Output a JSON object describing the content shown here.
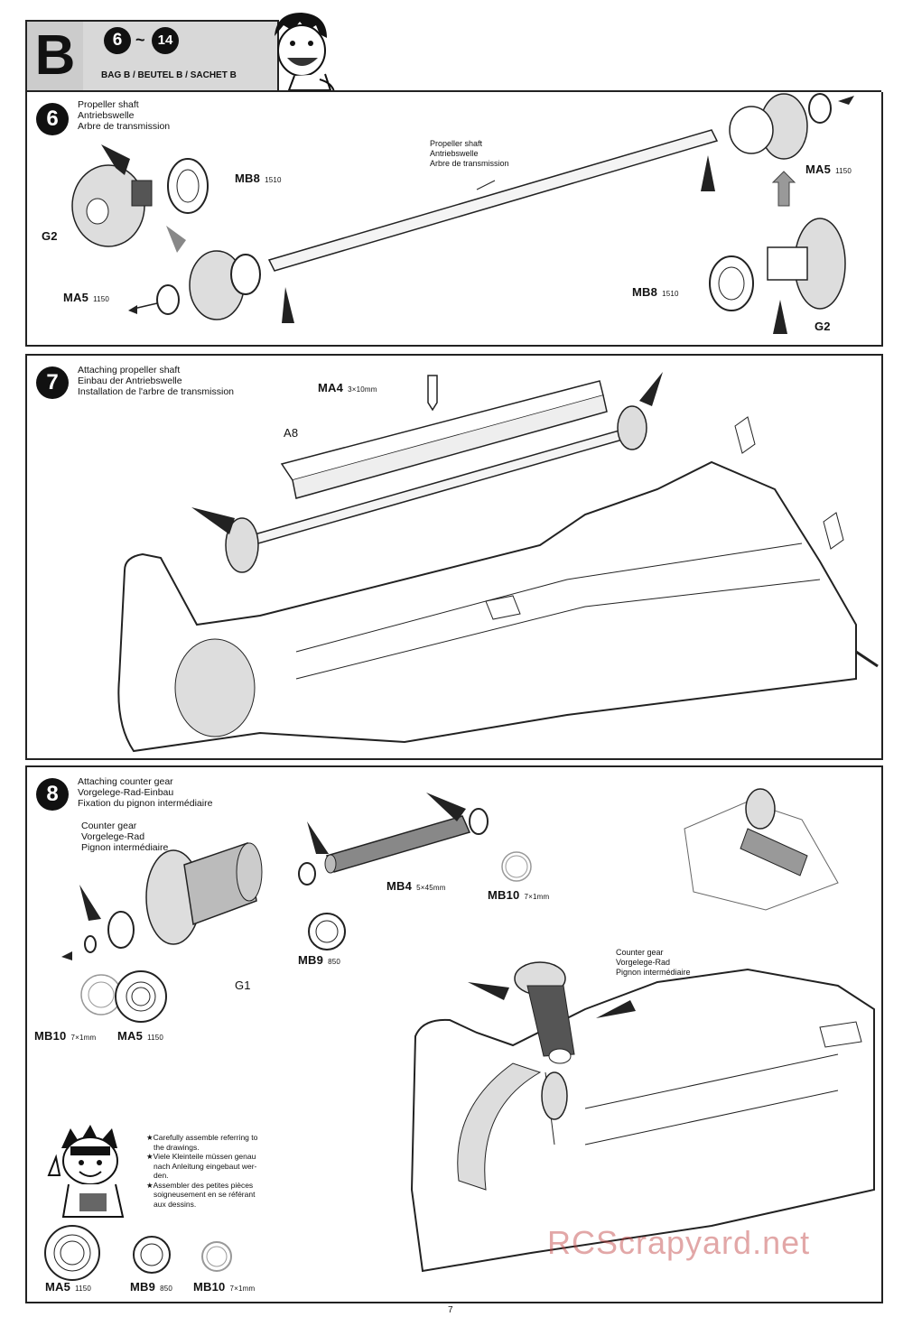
{
  "header": {
    "section_letter": "B",
    "step_range_from": "6",
    "step_range_sep": "~",
    "step_range_to": "14",
    "bag_label": "BAG B / BEUTEL B / SACHET B"
  },
  "step6": {
    "number": "6",
    "title_en": "Propeller shaft",
    "title_de": "Antriebswelle",
    "title_fr": "Arbre de transmission",
    "shaft_note_en": "Propeller shaft",
    "shaft_note_de": "Antriebswelle",
    "shaft_note_fr": "Arbre de transmission",
    "parts": {
      "mb8_left": {
        "name": "MB8",
        "code": "1510"
      },
      "g2_left": {
        "name": "G2"
      },
      "ma5_left": {
        "name": "MA5",
        "code": "1150"
      },
      "ma5_right": {
        "name": "MA5",
        "code": "1150"
      },
      "mb8_right": {
        "name": "MB8",
        "code": "1510"
      },
      "g2_right": {
        "name": "G2"
      }
    }
  },
  "step7": {
    "number": "7",
    "title_en": "Attaching propeller shaft",
    "title_de": "Einbau der Antriebswelle",
    "title_fr": "Installation de l'arbre de transmission",
    "parts": {
      "ma4": {
        "name": "MA4",
        "code": "3×10mm"
      },
      "a8": {
        "name": "A8"
      }
    }
  },
  "step8": {
    "number": "8",
    "title_en": "Attaching counter gear",
    "title_de": "Vorgelege-Rad-Einbau",
    "title_fr": "Fixation du pignon intermédiaire",
    "counter_gear_en": "Counter gear",
    "counter_gear_de": "Vorgelege-Rad",
    "counter_gear_fr": "Pignon intermédiaire",
    "parts": {
      "mb4": {
        "name": "MB4",
        "code": "5×45mm"
      },
      "mb10_top": {
        "name": "MB10",
        "code": "7×1mm"
      },
      "mb9_mid": {
        "name": "MB9",
        "code": "850"
      },
      "g1": {
        "name": "G1"
      },
      "mb10_left": {
        "name": "MB10",
        "code": "7×1mm"
      },
      "ma5_left": {
        "name": "MA5",
        "code": "1150"
      }
    },
    "note_line1": "★Carefully assemble referring to",
    "note_line2": "the drawings.",
    "note_line3": "★Viele Kleinteile müssen genau",
    "note_line4": "nach Anleitung eingebaut wer-",
    "note_line5": "den.",
    "note_line6": "★Assembler des petites pièces",
    "note_line7": "soigneusement en se référant",
    "note_line8": "aux dessins.",
    "legend": [
      {
        "name": "MA5",
        "code": "1150"
      },
      {
        "name": "MB9",
        "code": "850"
      },
      {
        "name": "MB10",
        "code": "7×1mm"
      }
    ]
  },
  "watermark": "RCScrapyard.net",
  "page_number": "7"
}
